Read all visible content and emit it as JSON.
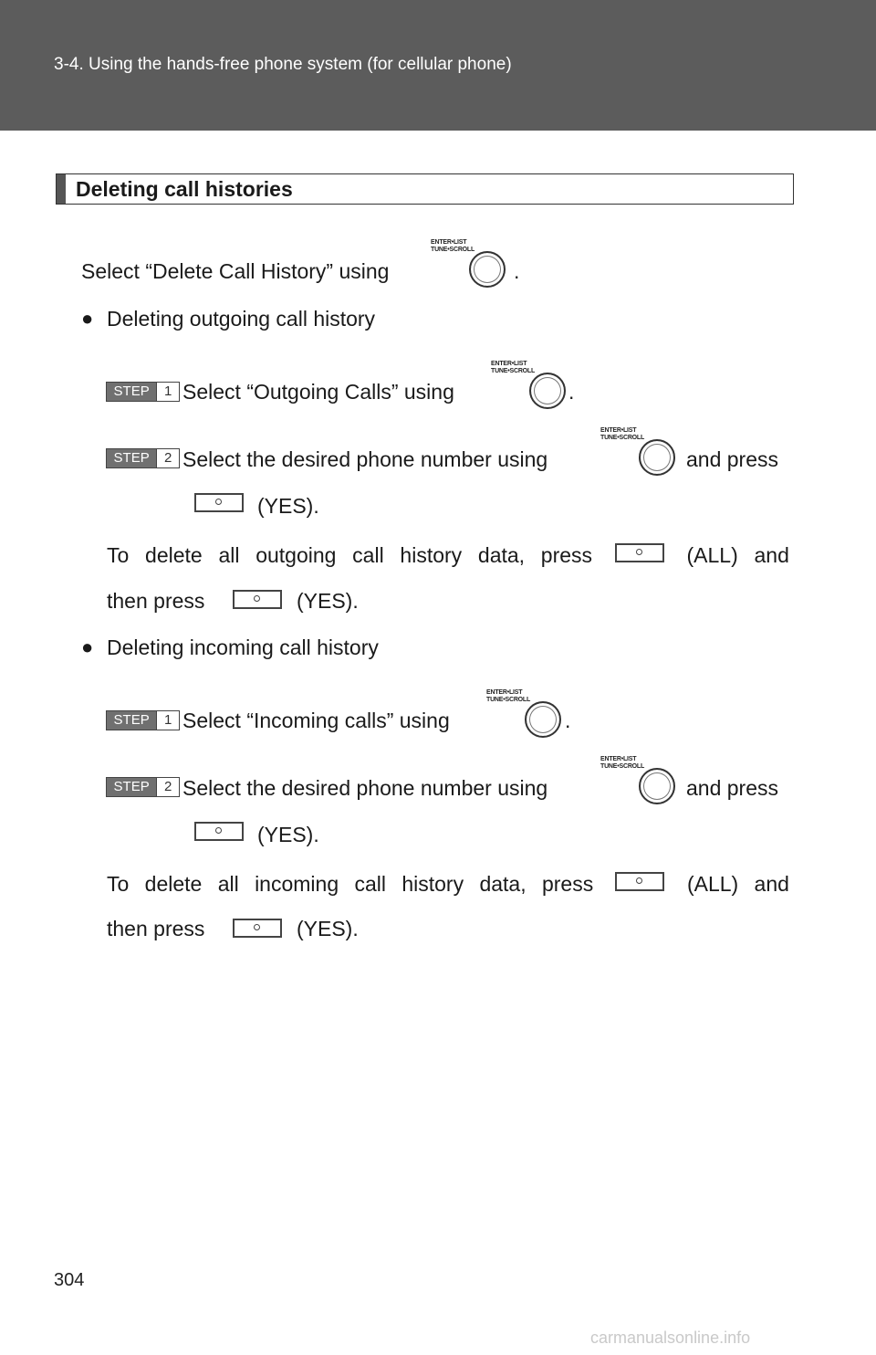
{
  "header": {
    "title": "3-4. Using the hands-free phone system (for cellular phone)"
  },
  "section": {
    "title": "Deleting call histories"
  },
  "intro": {
    "before": "Select “Delete Call History” using",
    "after": "."
  },
  "knob": {
    "label_line1": "ENTER•LIST",
    "label_line2": "TUNE•SCROLL",
    "icon": "tune-scroll-knob-icon"
  },
  "key_icon": "preset-key-icon",
  "step_word": "STEP",
  "bullet_glyph": "●",
  "outgoing": {
    "heading": "Deleting outgoing call history",
    "step1": {
      "number": "1",
      "before": "Select “Outgoing Calls” using",
      "after": "."
    },
    "step2": {
      "number": "2",
      "before": "Select the desired phone number using",
      "after": "and press",
      "line2": "(YES)."
    },
    "all_line1": [
      "To",
      "delete",
      "all",
      "outgoing",
      "call",
      "history",
      "data,",
      "press",
      "(ALL)",
      "and"
    ],
    "then_press": "then press",
    "then_suffix": "(YES)."
  },
  "incoming": {
    "heading": "Deleting incoming call history",
    "step1": {
      "number": "1",
      "before": "Select “Incoming calls” using",
      "after": "."
    },
    "step2": {
      "number": "2",
      "before": "Select the desired phone number using",
      "after": "and press",
      "line2": "(YES)."
    },
    "all_line1": [
      "To",
      "delete",
      "all",
      "incoming",
      "call",
      "history",
      "data,",
      "press",
      "(ALL)",
      "and"
    ],
    "then_press": "then press",
    "then_suffix": "(YES)."
  },
  "footer": {
    "page_number": "304",
    "watermark": "carmanualsonline.info"
  }
}
